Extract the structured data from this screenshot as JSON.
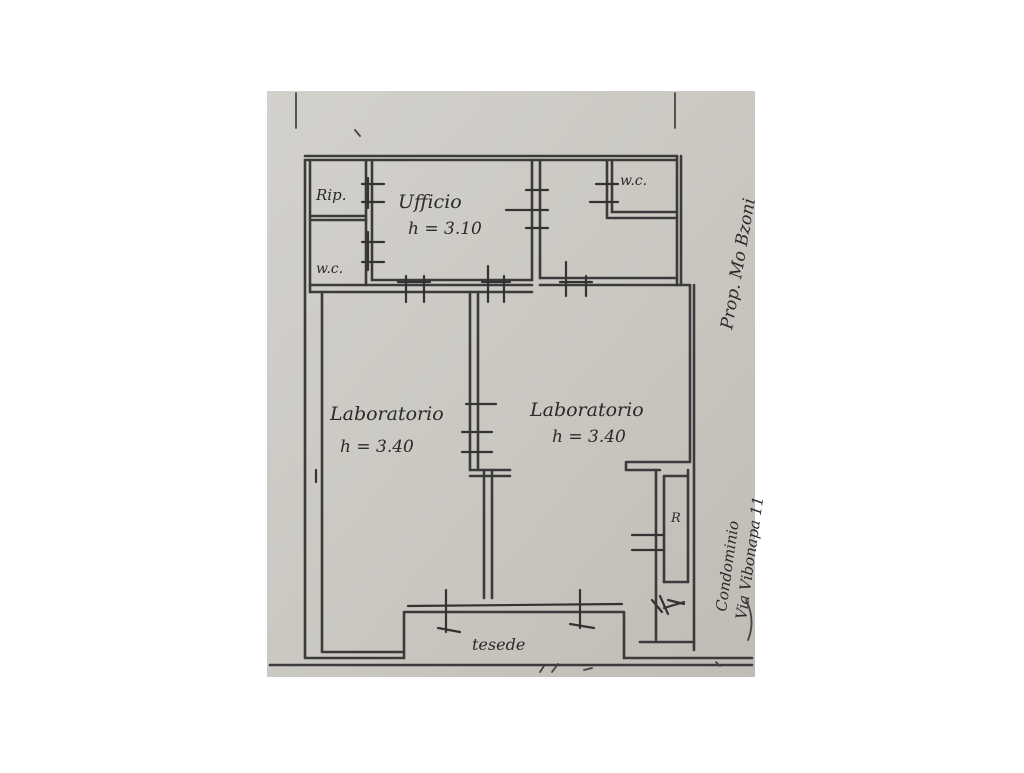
{
  "plan": {
    "rooms": {
      "ripostiglio": "Rip.",
      "ufficio_name": "Ufficio",
      "ufficio_height": "h = 3.10",
      "wc_left": "w.c.",
      "wc_right": "w.c.",
      "lab_left_name": "Laboratorio",
      "lab_left_height": "h = 3.40",
      "lab_right_name": "Laboratorio",
      "lab_right_height": "h = 3.40",
      "closet": "R",
      "tesede": "tesede"
    },
    "neighbors": {
      "right_owner": "Prop. Mo Bzoni",
      "bottom_right_line1": "Condominio",
      "bottom_right_line2": "Via Vibonapa 11"
    }
  },
  "colors": {
    "paper": "#cfccc6",
    "ink": "#2a2a2a"
  }
}
